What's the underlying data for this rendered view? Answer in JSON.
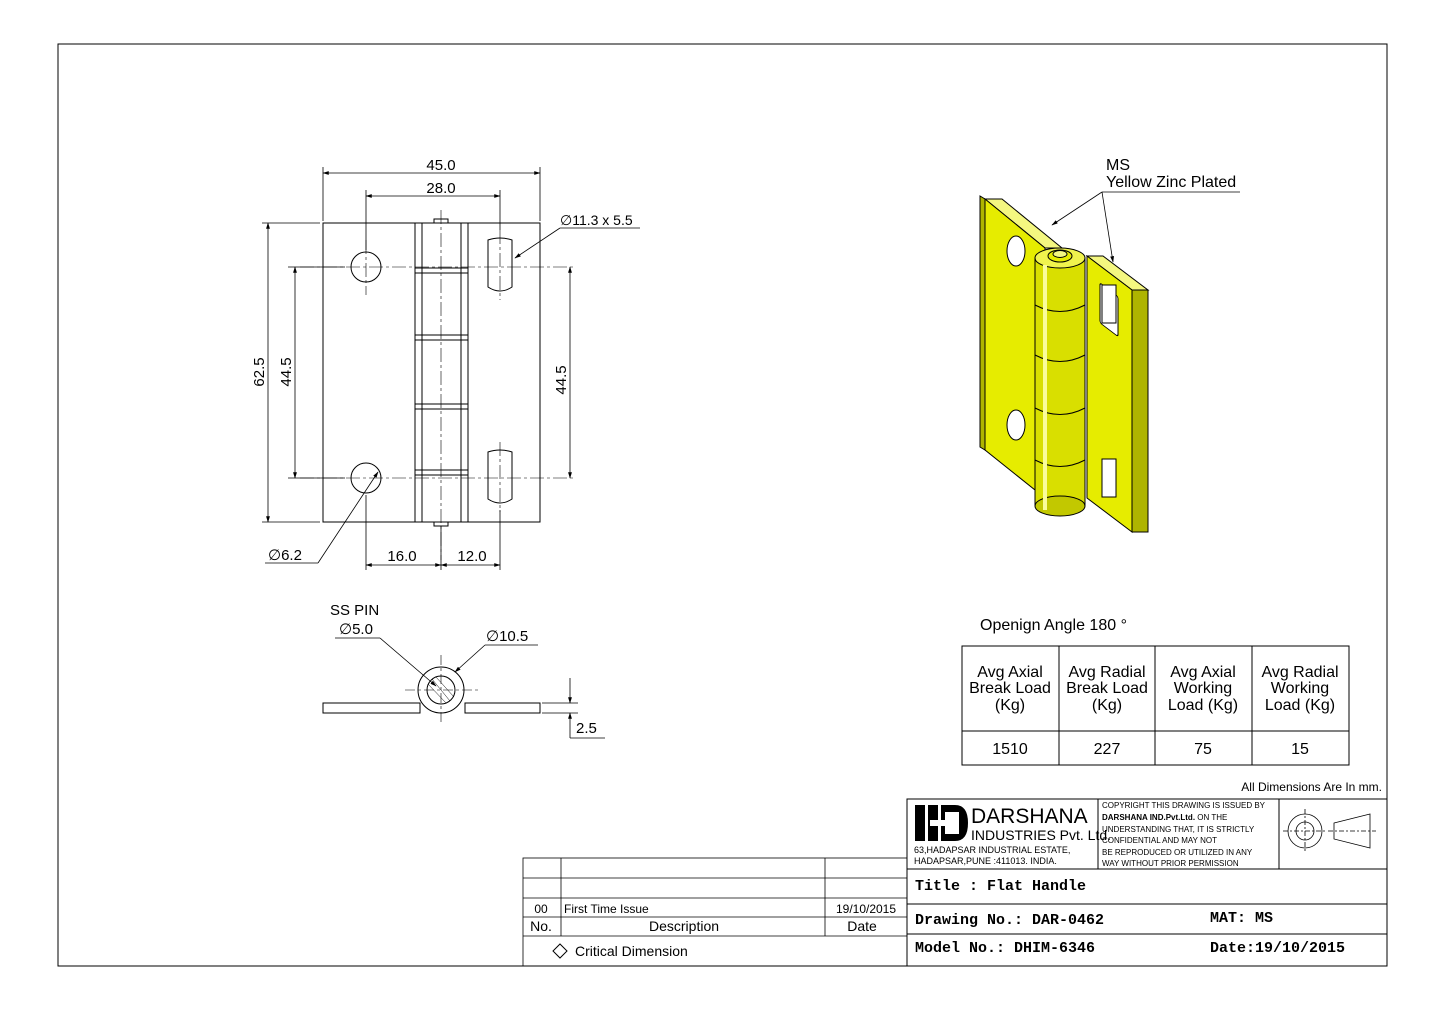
{
  "dimensions": {
    "width_45": "45.0",
    "width_28": "28.0",
    "slot": "∅11.3 x 5.5",
    "height_625": "62.5",
    "pitch_left": "44.5",
    "pitch_right": "44.5",
    "hole": "∅6.2",
    "offset_16": "16.0",
    "offset_12": "12.0",
    "pin_label": "SS PIN",
    "pin_dia": "∅5.0",
    "knuckle_dia": "∅10.5",
    "thickness": "2.5"
  },
  "material_note": {
    "line1": "MS",
    "line2": "Yellow Zinc Plated"
  },
  "opening_angle": "Openign Angle 180 °",
  "load_table": {
    "headers": [
      [
        "Avg Axial",
        "Break Load",
        "(Kg)"
      ],
      [
        "Avg Radial",
        "Break Load",
        "(Kg)"
      ],
      [
        "Avg Axial",
        "Working",
        "Load (Kg)"
      ],
      [
        "Avg Radial",
        "Working",
        "Load (Kg)"
      ]
    ],
    "values": [
      "1510",
      "227",
      "75",
      "15"
    ]
  },
  "units_note": "All Dimensions Are In mm.",
  "company": {
    "name": "DARSHANA",
    "subname": "INDUSTRIES Pvt. Ltd.",
    "address1": "63,HADAPSAR INDUSTRIAL ESTATE,",
    "address2": "HADAPSAR,PUNE :411013. INDIA.",
    "copyright": [
      "COPYRIGHT THIS DRAWING IS ISSUED BY",
      "DARSHANA IND.Pvt.Ltd.",
      " ON THE",
      "UNDERSTANDING THAT, IT IS STRICTLY",
      "CONFIDENTIAL AND MAY NOT",
      "BE REPRODUCED OR UTILIZED IN ANY",
      "WAY WITHOUT PRIOR PERMISSION"
    ]
  },
  "title_block": {
    "title": "Title : Flat Handle",
    "drawing_no": "Drawing No.: DAR-0462",
    "mat": "MAT: MS",
    "model_no": "Model No.: DHIM-6346",
    "date": "Date:19/10/2015"
  },
  "revision": {
    "row_no": "00",
    "row_desc": "First Time Issue",
    "row_date": "19/10/2015",
    "head_no": "No.",
    "head_desc": "Description",
    "head_date": "Date",
    "critical": "Critical Dimension"
  },
  "colors": {
    "plated": "#e6ec00",
    "plated_dark": "#aeb400",
    "plated_light": "#f4f780"
  }
}
